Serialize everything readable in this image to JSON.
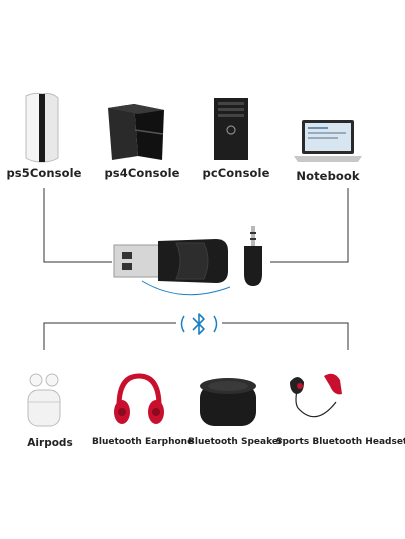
{
  "top_devices": [
    {
      "label": "ps5Console",
      "icon": "ps5-console-icon"
    },
    {
      "label": "ps4Console",
      "icon": "ps4-console-icon"
    },
    {
      "label": "pcConsole",
      "icon": "pc-tower-icon"
    },
    {
      "label": "Notebook",
      "icon": "laptop-icon"
    }
  ],
  "bottom_devices": [
    {
      "label": "Airpods",
      "icon": "earbuds-case-icon"
    },
    {
      "label": "Bluetooth Earphone",
      "icon": "headphones-icon"
    },
    {
      "label": "Bluetooth Speaker",
      "icon": "speaker-icon"
    },
    {
      "label": "Sports Bluetooth Headset",
      "icon": "sports-headset-icon"
    }
  ],
  "center": {
    "adapter_icon": "usb-bluetooth-adapter-icon",
    "mic_icon": "mic-jack-icon",
    "bluetooth_icon": "bluetooth-icon"
  },
  "colors": {
    "line": "#333333",
    "accent_blue": "#1a7fc4",
    "red": "#c8102e"
  }
}
